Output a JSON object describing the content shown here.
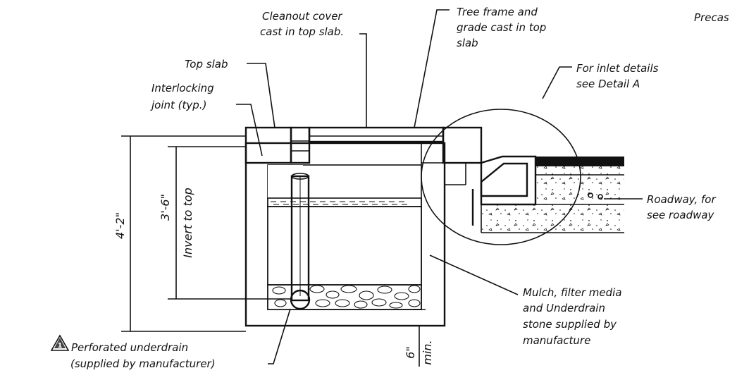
{
  "labels": {
    "precast": "Precas",
    "cleanout_1": "Cleanout cover",
    "cleanout_2": "cast in top slab.",
    "tree_frame_1": "Tree frame and",
    "tree_frame_2": "grade cast in top",
    "tree_frame_3": "slab",
    "top_slab": "Top slab",
    "interlocking_1": "Interlocking",
    "interlocking_2": "joint (typ.)",
    "inlet_1": "For inlet details",
    "inlet_2": "see Detail A",
    "roadway_1": "Roadway, for",
    "roadway_2": "see roadway",
    "mulch_1": "Mulch, filter media",
    "mulch_2": "and Underdrain",
    "mulch_3": "stone supplied by",
    "mulch_4": "manufacture",
    "underdrain_1": "Perforated underdrain",
    "underdrain_2": "(supplied by manufacturer)",
    "callout_number": "1"
  },
  "dimensions": {
    "total_height": "4'-2\"",
    "invert_height": "3'-6\"",
    "invert_label": "Invert to top",
    "min_depth": "6\"",
    "min_label": "min."
  },
  "colors": {
    "ink": "#111111",
    "paper": "#ffffff"
  }
}
